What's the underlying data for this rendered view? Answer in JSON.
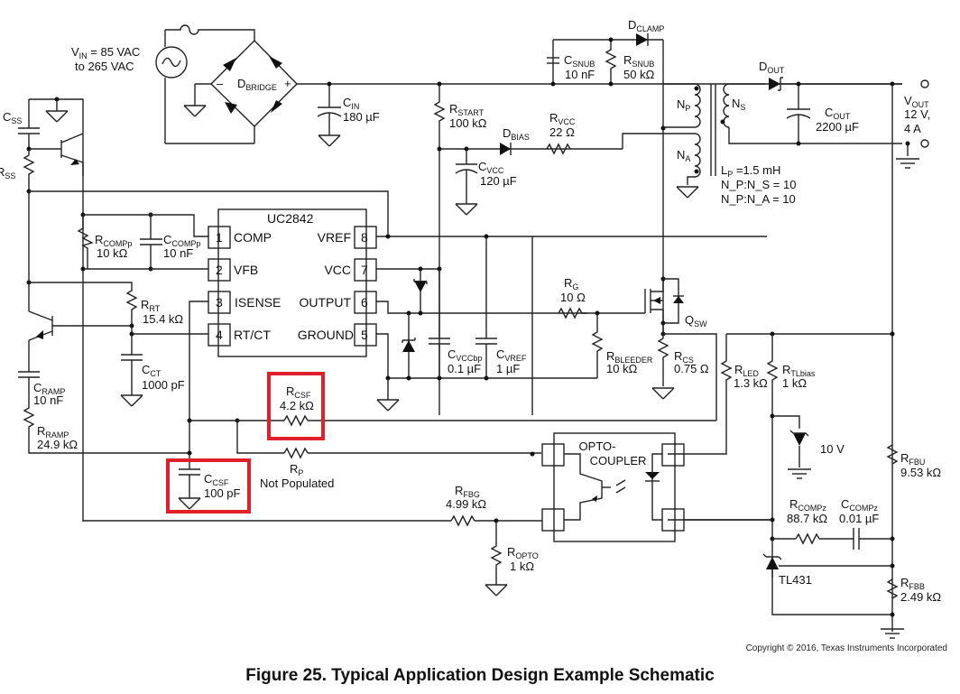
{
  "figure": {
    "caption": "Figure 25.  Typical Application Design Example Schematic",
    "copyright": "Copyright © 2016, Texas Instruments Incorporated",
    "highlight_color": "#e0202a"
  },
  "input": {
    "vin_line1": "V",
    "vin_sub": "IN",
    "vin_rest": " = 85 VAC",
    "vin_line2": "to 265 VAC",
    "bridge_main": "D",
    "bridge_sub": "BRIDGE",
    "bridge_minus": "–",
    "bridge_plus": "+"
  },
  "ic": {
    "name": "UC2842",
    "pins": [
      {
        "num": "1",
        "name": "COMP"
      },
      {
        "num": "2",
        "name": "VFB"
      },
      {
        "num": "3",
        "name": "ISENSE"
      },
      {
        "num": "4",
        "name": "RT/CT"
      },
      {
        "num": "8",
        "name": "VREF"
      },
      {
        "num": "7",
        "name": "VCC"
      },
      {
        "num": "6",
        "name": "OUTPUT"
      },
      {
        "num": "5",
        "name": "GROUND"
      }
    ]
  },
  "components": {
    "cin": {
      "main": "C",
      "sub": "IN",
      "value": "180 µF"
    },
    "csnub": {
      "main": "C",
      "sub": "SNUB",
      "value": "10 nF"
    },
    "rsnub": {
      "main": "R",
      "sub": "SNUB",
      "value": "50 kΩ"
    },
    "dclamp": {
      "main": "D",
      "sub": "CLAMP"
    },
    "rstart": {
      "main": "R",
      "sub": "START",
      "value": "100 kΩ"
    },
    "rvcc": {
      "main": "R",
      "sub": "VCC",
      "value": "22 Ω"
    },
    "dbias": {
      "main": "D",
      "sub": "BIAS"
    },
    "cvcc": {
      "main": "C",
      "sub": "VCC",
      "value": "120 µF"
    },
    "np": {
      "main": "N",
      "sub": "P"
    },
    "na": {
      "main": "N",
      "sub": "A"
    },
    "ns": {
      "main": "N",
      "sub": "S"
    },
    "dout": {
      "main": "D",
      "sub": "OUT"
    },
    "cout": {
      "main": "C",
      "sub": "OUT",
      "value": "2200 µF"
    },
    "vout": {
      "main": "V",
      "sub": "OUT",
      "value1": "12 V,",
      "value2": "4 A"
    },
    "xfmr": {
      "lp": "L",
      "lp_sub": "P",
      "lp_val": " =1.5 mH",
      "ratio1": "N_P:N_S = 10",
      "ratio2": "N_P:N_A = 10"
    },
    "css": {
      "main": "C",
      "sub": "SS"
    },
    "rss": {
      "main": "R",
      "sub": "SS"
    },
    "rcompp": {
      "main": "R",
      "sub": "COMPp",
      "value": "10 kΩ"
    },
    "ccompp": {
      "main": "C",
      "sub": "COMPp",
      "value": "10 nF"
    },
    "rrt": {
      "main": "R",
      "sub": "RT",
      "value": "15.4 kΩ"
    },
    "cct": {
      "main": "C",
      "sub": "CT",
      "value": "1000 pF"
    },
    "cramp": {
      "main": "C",
      "sub": "RAMP",
      "value": "10 nF"
    },
    "rramp": {
      "main": "R",
      "sub": "RAMP",
      "value": "24.9 kΩ"
    },
    "rcsf": {
      "main": "R",
      "sub": "CSF",
      "value": "4.2 kΩ"
    },
    "ccsf": {
      "main": "C",
      "sub": "CSF",
      "value": "100 pF"
    },
    "rp": {
      "main": "R",
      "sub": "P",
      "value": "Not Populated"
    },
    "rg": {
      "main": "R",
      "sub": "G",
      "value": "10 Ω"
    },
    "cvccbp": {
      "main": "C",
      "sub": "VCCbp",
      "value": "0.1 µF"
    },
    "cvref": {
      "main": "C",
      "sub": "VREF",
      "value": "1 µF"
    },
    "rbleeder": {
      "main": "R",
      "sub": "BLEEDER",
      "value": "10 kΩ"
    },
    "qsw": {
      "main": "Q",
      "sub": "SW"
    },
    "rcs": {
      "main": "R",
      "sub": "CS",
      "value": "0.75 Ω"
    },
    "rled": {
      "main": "R",
      "sub": "LED",
      "value": "1.3 kΩ"
    },
    "rtlbias": {
      "main": "R",
      "sub": "TLbias",
      "value": "1 kΩ"
    },
    "zener": {
      "value": "10 V"
    },
    "rfbu": {
      "main": "R",
      "sub": "FBU",
      "value": "9.53 kΩ"
    },
    "rfbg": {
      "main": "R",
      "sub": "FBG",
      "value": "4.99 kΩ"
    },
    "ropto": {
      "main": "R",
      "sub": "OPTO",
      "value": "1 kΩ"
    },
    "opto": {
      "line1": "OPTO-",
      "line2": "COUPLER"
    },
    "rcompz": {
      "main": "R",
      "sub": "COMPz",
      "value": "88.7 kΩ"
    },
    "ccompz": {
      "main": "C",
      "sub": "COMPz",
      "value": "0.01 µF"
    },
    "tl431": {
      "name": "TL431"
    },
    "rfbb": {
      "main": "R",
      "sub": "FBB",
      "value": "2.49 kΩ"
    }
  }
}
